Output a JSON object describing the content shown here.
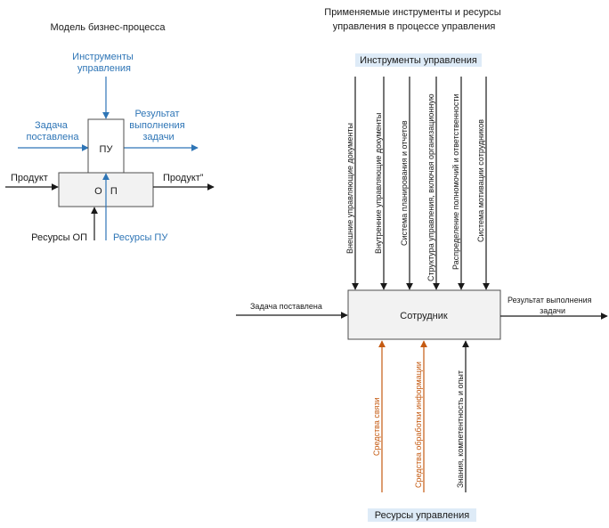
{
  "colors": {
    "black": "#1a1a1a",
    "blue": "#2e75b6",
    "orange": "#c55a11",
    "label_bg": "#deebf7",
    "box_fill": "#f2f2f2"
  },
  "left": {
    "title": "Модель бизнес-процесса",
    "tools_label": [
      "Инструменты",
      "управления"
    ],
    "task_label": [
      "Задача",
      "поставлена"
    ],
    "result_label": [
      "Результат",
      "выполнения",
      "задачи"
    ],
    "pu_label": "ПУ",
    "op_label": "О   П",
    "product_in": "Продукт",
    "product_out": "Продукт”",
    "resources_op": "Ресурсы ОП",
    "resources_pu": "Ресурсы ПУ"
  },
  "right": {
    "title": [
      "Применяемые инструменты и ресурсы",
      "управления в процессе управления"
    ],
    "tools_header": "Инструменты управления",
    "tools": [
      "Внешние управляющие документы",
      "Внутренние управляющие документы",
      "Система планирования и отчетов",
      "Структура управления, включая организационную",
      "Распределение полномочий и ответственности",
      "Система мотивации сотрудников"
    ],
    "task_in": "Задача поставлена",
    "employee": "Сотрудник",
    "result_out": [
      "Результат выполнения",
      "задачи"
    ],
    "resources": [
      "Средства связи",
      "Средства обработки информации",
      "Знания, компетентность и опыт"
    ],
    "resources_header": "Ресурсы управления"
  }
}
